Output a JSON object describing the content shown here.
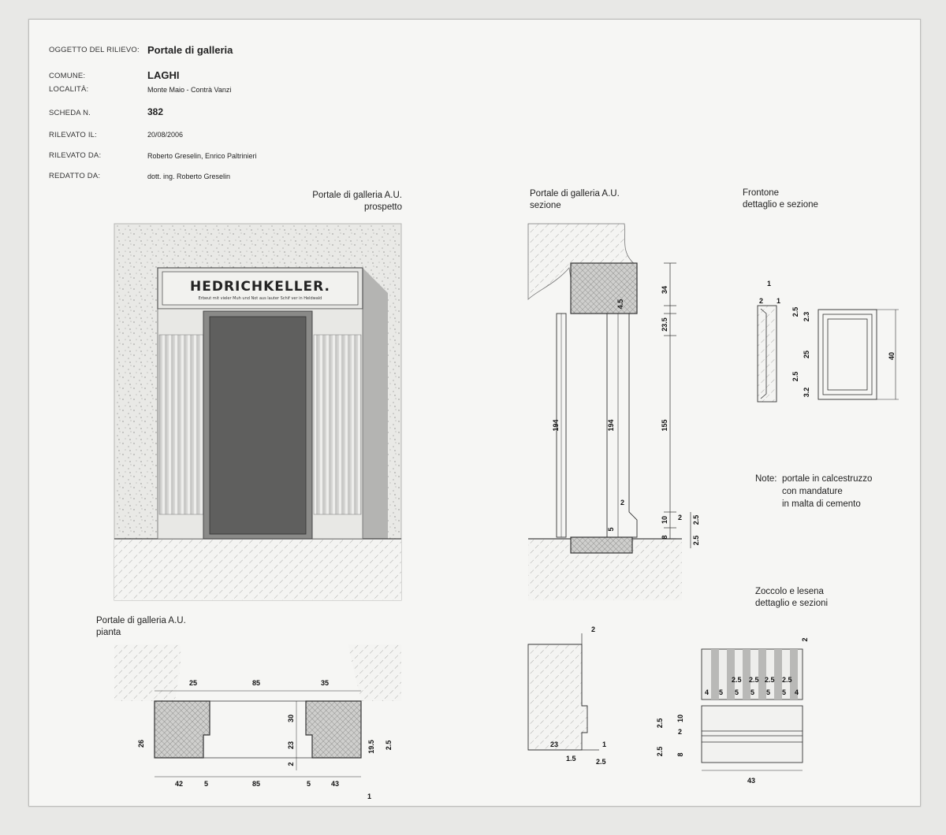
{
  "header": {
    "oggetto_label": "OGGETTO DEL RILIEVO:",
    "oggetto_value": "Portale di galleria",
    "comune_label": "COMUNE:",
    "comune_value": "LAGHI",
    "localita_label": "LOCALITÀ:",
    "localita_value": "Monte Maio - Contrà Vanzi",
    "scheda_label": "SCHEDA N.",
    "scheda_value": "382",
    "rilevato_il_label": "RILEVATO IL:",
    "rilevato_il_value": "20/08/2006",
    "rilevato_da_label": "RILEVATO DA:",
    "rilevato_da_value": "Roberto Greselin, Enrico Paltrinieri",
    "redatto_da_label": "REDATTO DA:",
    "redatto_da_value": "dott. ing. Roberto Greselin"
  },
  "captions": {
    "prospetto_1": "Portale di galleria A.U.",
    "prospetto_2": "prospetto",
    "sezione_1": "Portale di galleria A.U.",
    "sezione_2": "sezione",
    "frontone_1": "Frontone",
    "frontone_2": "dettaglio e sezione",
    "pianta_1": "Portale di galleria A.U.",
    "pianta_2": "pianta",
    "zoccolo_1": "Zoccolo e lesena",
    "zoccolo_2": "dettaglio e sezioni"
  },
  "note": {
    "label": "Note:",
    "line1": "portale in calcestruzzo",
    "line2": "con mandature",
    "line3": "in malta di cemento"
  },
  "sign": {
    "title": "HEDRICHKELLER.",
    "subtitle": "Erbeut mit vieler Muh und Not aus lauter Schif ver in Heldwald"
  },
  "dims": {
    "sezione": [
      "34",
      "4.5",
      "23.5",
      "194",
      "194",
      "155",
      "2",
      "5",
      "10",
      "2",
      "2.5",
      "8",
      "2.5"
    ],
    "frontone": [
      "1",
      "2",
      "1",
      "2.5",
      "2.3",
      "25",
      "2.5",
      "3.2",
      "40"
    ],
    "pianta": [
      "25",
      "85",
      "35",
      "30",
      "26",
      "23",
      "2",
      "19.5",
      "2.5",
      "42",
      "5",
      "85",
      "5",
      "43",
      "1"
    ],
    "zoccolo_left": [
      "2",
      "23",
      "1",
      "1.5",
      "2.5"
    ],
    "zoccolo_right": [
      "2",
      "2.5",
      "2.5",
      "2.5",
      "2.5",
      "4",
      "5",
      "5",
      "5",
      "5",
      "5",
      "4",
      "2.5",
      "10",
      "2",
      "2.5",
      "8",
      "43"
    ]
  }
}
